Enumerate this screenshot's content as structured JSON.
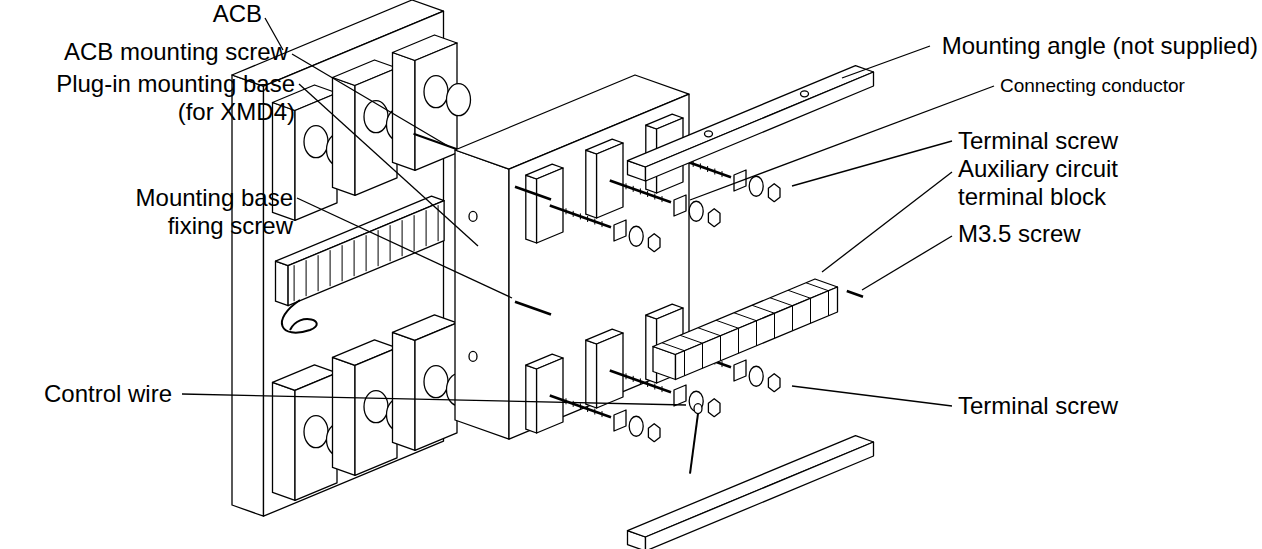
{
  "diagram": {
    "labels": [
      "ACB",
      "Mounting angle (not supplied)",
      "ACB mounting screw",
      "Connecting conductor",
      "Plug-in mounting base (for XMD4)",
      "Terminal screw",
      "Auxiliary circuit terminal block",
      "Mounting base fixing screw",
      "M3.5 screw",
      "Control wire",
      "Terminal screw"
    ]
  }
}
